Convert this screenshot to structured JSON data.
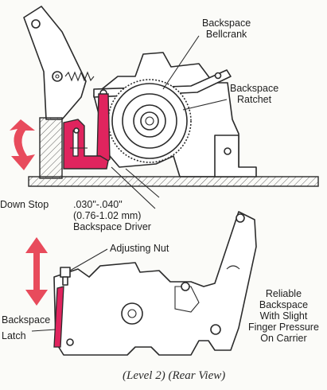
{
  "labels": {
    "backspace_bellcrank": [
      "Backspace",
      "Bellcrank"
    ],
    "backspace_ratchet": [
      "Backspace",
      "Ratchet"
    ],
    "down_stop": "Down Stop",
    "backspace_driver": [
      ".030\"-.040\"",
      "(0.76-1.02 mm)",
      "Backspace Driver"
    ],
    "adjusting_nut": "Adjusting Nut",
    "backspace_latch": [
      "Backspace",
      "Latch"
    ],
    "reliable_backspace": [
      "Reliable",
      "Backspace",
      "With Slight",
      "Finger Pressure",
      "On Carrier"
    ],
    "caption": "(Level 2)  (Rear View)"
  },
  "colors": {
    "highlight": "#e0245e",
    "arrow": "#e84b5c",
    "ink": "#2b2b2b",
    "hatch": "#666666"
  }
}
